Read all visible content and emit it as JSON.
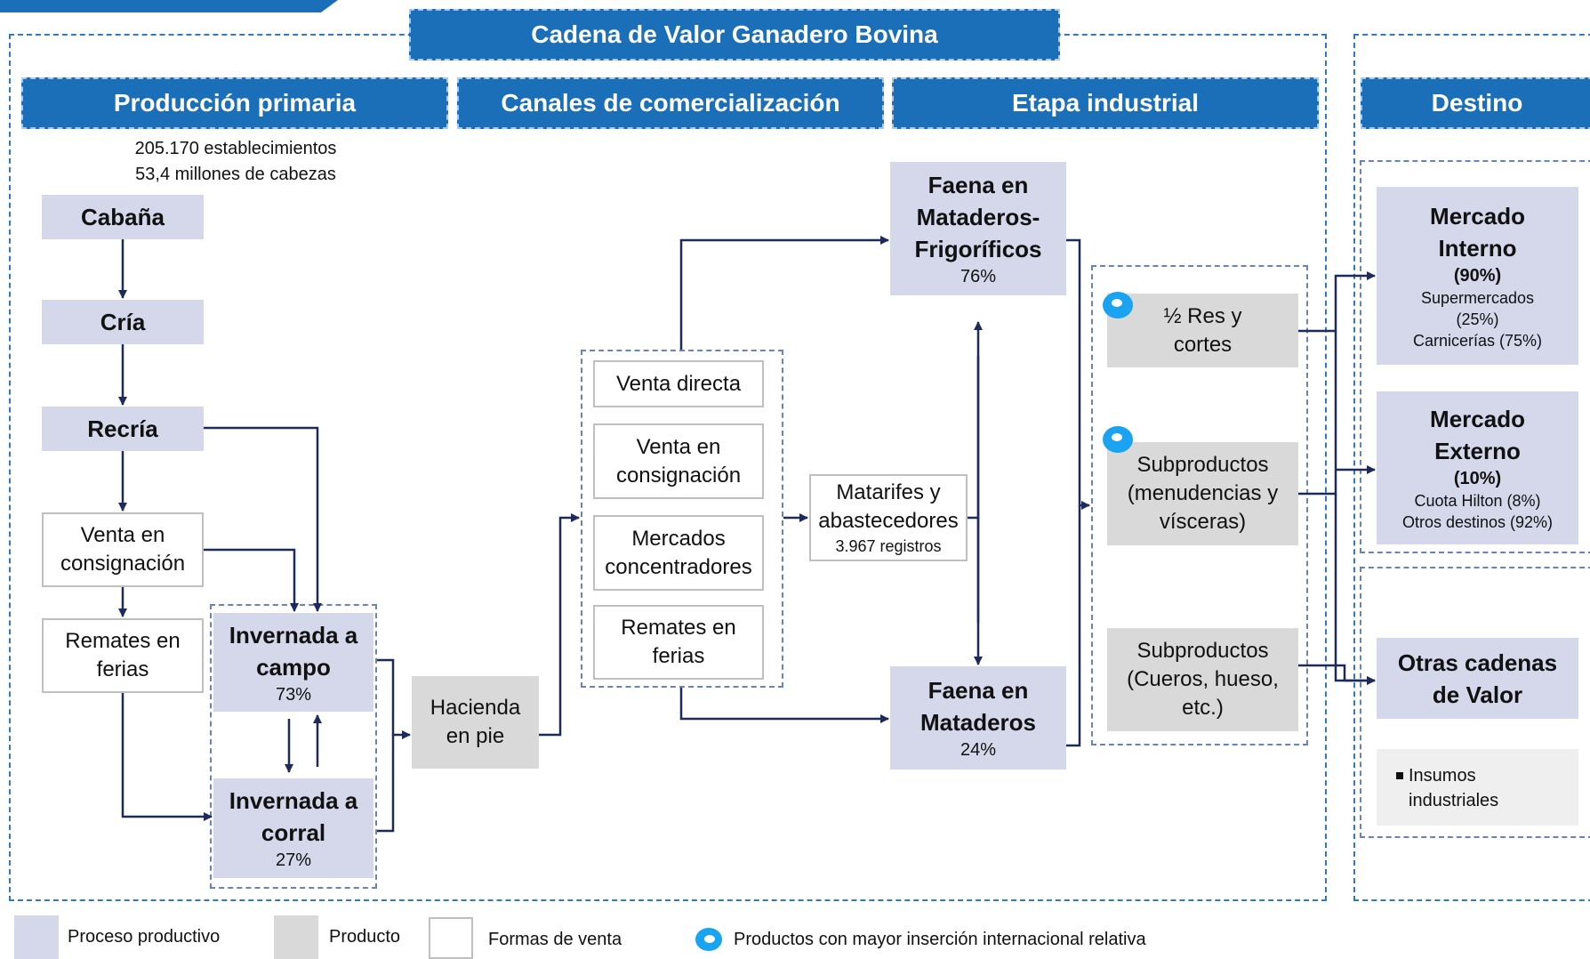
{
  "title": "Cadena de Valor Ganadero Bovina",
  "headers": {
    "primary": "Producción primaria",
    "channels": "Canales de comercialización",
    "industrial": "Etapa industrial",
    "destination": "Destino"
  },
  "primary_stats": {
    "establishments": "205.170 establecimientos",
    "heads": "53,4 millones de cabezas"
  },
  "primary": {
    "cabana": "Cabaña",
    "cria": "Cría",
    "recria": "Recría",
    "venta_consignacion": [
      "Venta en",
      "consignación"
    ],
    "remates_ferias": [
      "Remates en",
      "ferias"
    ],
    "invernada_campo": {
      "l1": "Invernada a",
      "l2": "campo",
      "pct": "73%"
    },
    "invernada_corral": {
      "l1": "Invernada a",
      "l2": "corral",
      "pct": "27%"
    },
    "hacienda": [
      "Hacienda",
      "en pie"
    ]
  },
  "channels": {
    "venta_directa": "Venta directa",
    "venta_consignacion": [
      "Venta en",
      "consignación"
    ],
    "mercados": [
      "Mercados",
      "concentradores"
    ],
    "remates": [
      "Remates en",
      "ferias"
    ],
    "matarifes": {
      "l1": "Matarifes y",
      "l2": "abastecedores",
      "l3": "3.967 registros"
    }
  },
  "industrial": {
    "frigorificos": {
      "l1": "Faena en",
      "l2": "Mataderos-",
      "l3": "Frigoríficos",
      "pct": "76%"
    },
    "mataderos": {
      "l1": "Faena en",
      "l2": "Mataderos",
      "pct": "24%"
    },
    "res_cortes": [
      "½ Res y",
      "cortes"
    ],
    "sub_menudencias": [
      "Subproductos",
      "(menudencias y",
      "vísceras)"
    ],
    "sub_cueros": [
      "Subproductos",
      "(Cueros, hueso,",
      "etc.)"
    ]
  },
  "destination": {
    "interno": {
      "l1": "Mercado",
      "l2": "Interno",
      "pct": "(90%)",
      "d1": "Supermercados",
      "d2": "(25%)",
      "d3": "Carnicerías (75%)"
    },
    "externo": {
      "l1": "Mercado",
      "l2": "Externo",
      "pct": "(10%)",
      "d1": "Cuota Hilton (8%)",
      "d2": "Otros destinos (92%)"
    },
    "otras": {
      "l1": "Otras cadenas",
      "l2": "de Valor"
    },
    "insumos": {
      "l1": "Insumos",
      "l2": "industriales"
    }
  },
  "legend": {
    "proceso": "Proceso productivo",
    "producto": "Producto",
    "formas": "Formas de venta",
    "productos_inserc": "Productos con mayor inserción internacional relativa"
  },
  "colors": {
    "header": "#1a6fb8",
    "process": "#d4d8ea",
    "product": "#d9d9d9",
    "arrow": "#1f2a5c",
    "highlight": "#1aa3f0"
  }
}
